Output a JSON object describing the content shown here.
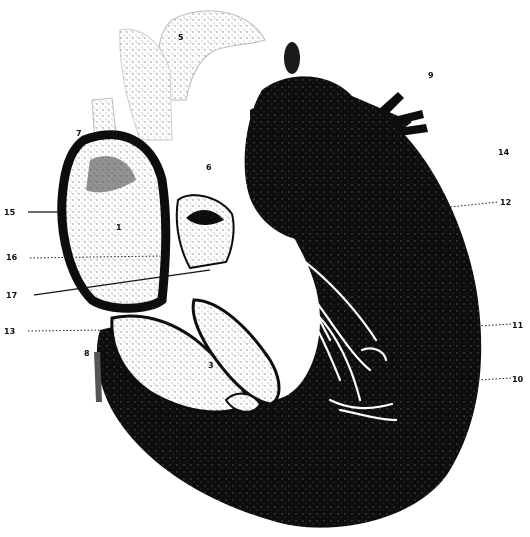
{
  "diagram": {
    "labels": [
      {
        "id": "label-1",
        "text": "1"
      },
      {
        "id": "label-3",
        "text": "3"
      },
      {
        "id": "label-5",
        "text": "5"
      },
      {
        "id": "label-6",
        "text": "6"
      },
      {
        "id": "label-7",
        "text": "7"
      },
      {
        "id": "label-8",
        "text": "8"
      },
      {
        "id": "label-9",
        "text": "9"
      },
      {
        "id": "label-10",
        "text": "10"
      },
      {
        "id": "label-11",
        "text": "11"
      },
      {
        "id": "label-12",
        "text": "12"
      },
      {
        "id": "label-13",
        "text": "13"
      },
      {
        "id": "label-14",
        "text": "14"
      },
      {
        "id": "label-15",
        "text": "15"
      },
      {
        "id": "label-16",
        "text": "16"
      },
      {
        "id": "label-17",
        "text": "17"
      }
    ],
    "colors": {
      "ink": "#0d0d0d",
      "paper": "#ffffff",
      "shade": "#9a9a9a"
    }
  }
}
